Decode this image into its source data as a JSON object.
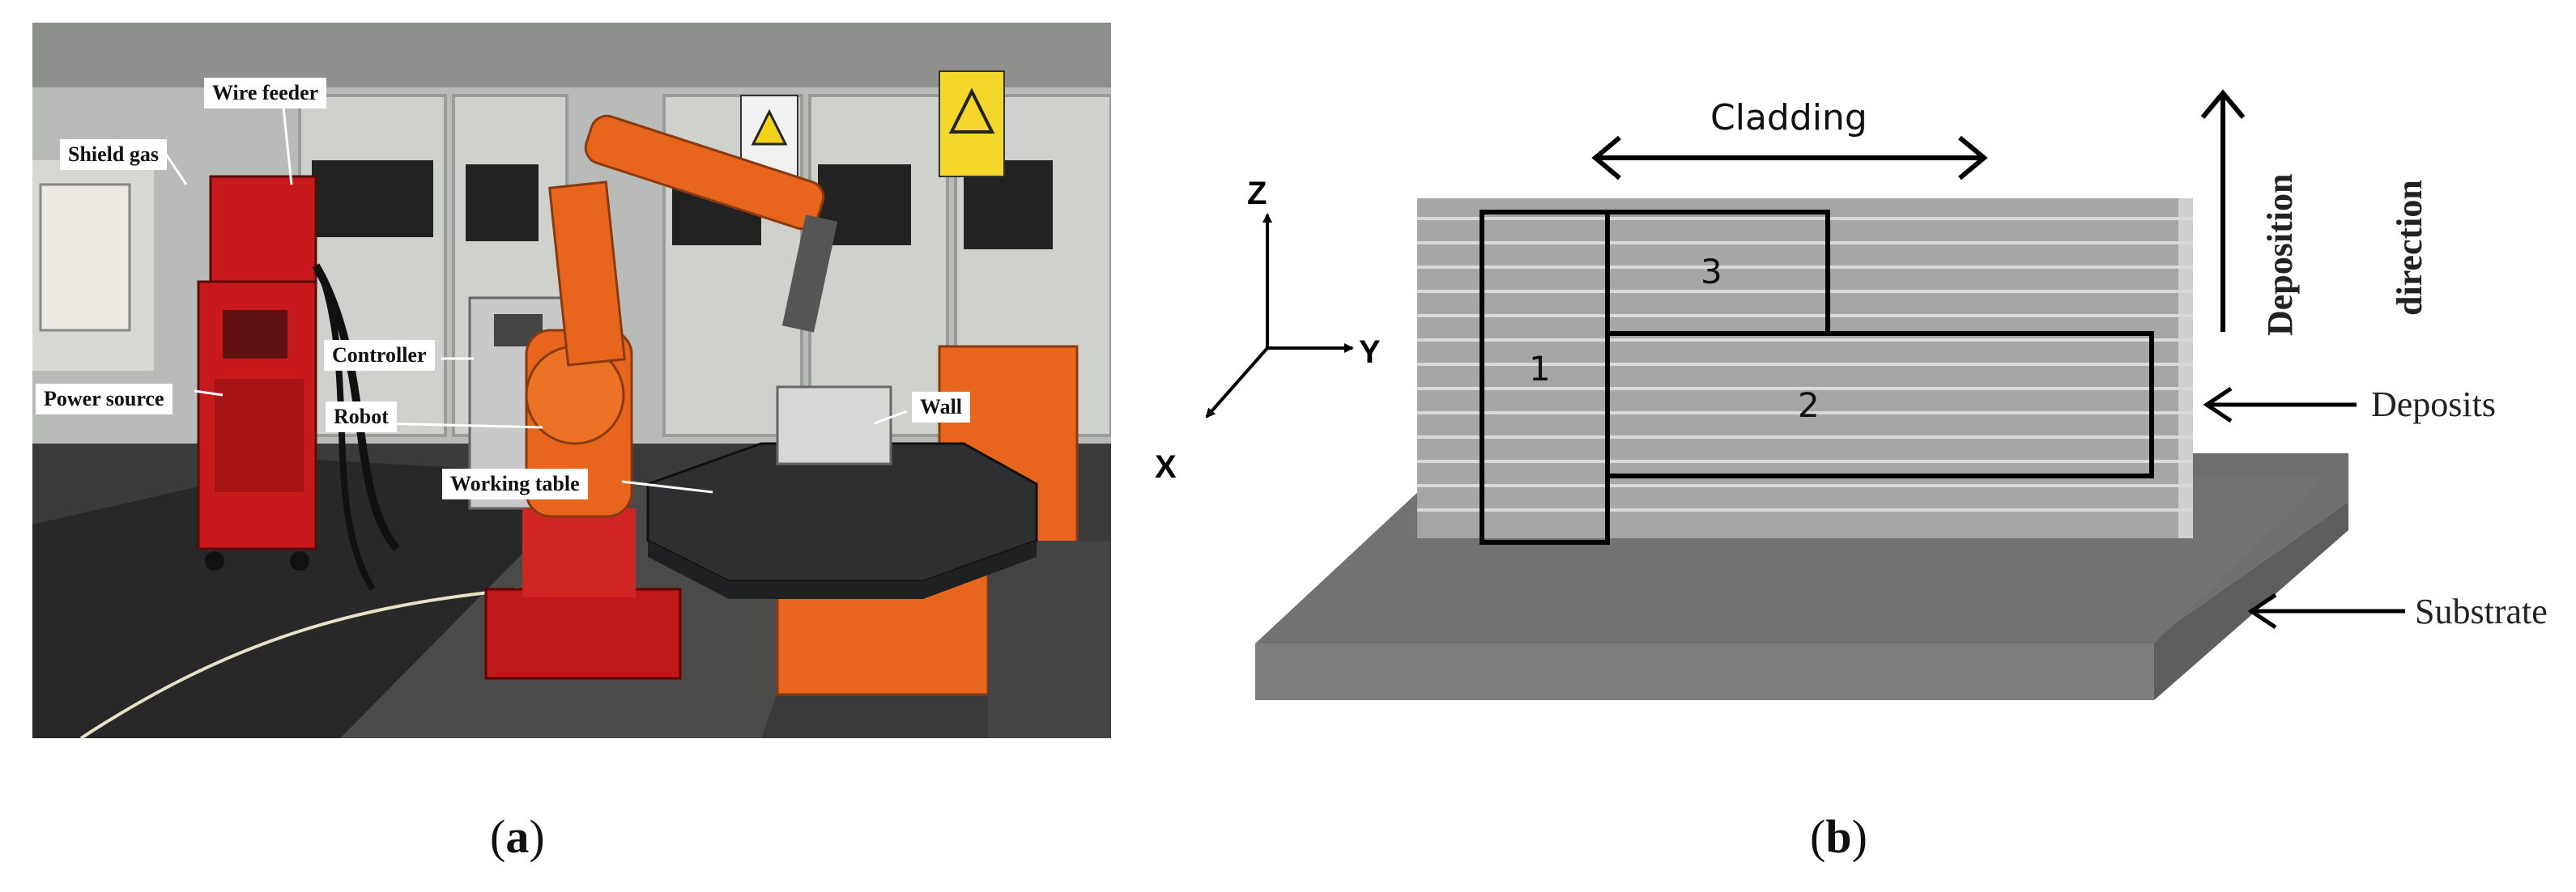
{
  "panel_a": {
    "labels": {
      "wire_feeder": "Wire feeder",
      "shield_gas": "Shield gas",
      "controller": "Controller",
      "power_source": "Power source",
      "robot": "Robot",
      "wall": "Wall",
      "working_table": "Working table"
    },
    "caption_letter": "a"
  },
  "panel_b": {
    "axes": {
      "z": "Z",
      "y": "Y",
      "x": "X"
    },
    "cladding": "Cladding",
    "deposition": "Deposition",
    "direction": "direction",
    "deposits": "Deposits",
    "substrate": "Substrate",
    "regions": [
      "1",
      "2",
      "3"
    ],
    "caption_letter": "b"
  },
  "colors": {
    "robot_orange": "#e8651e",
    "power_red": "#c8191c",
    "wall_grey": "#a3a3a3",
    "substrate_grey": "#7a7a7a"
  }
}
